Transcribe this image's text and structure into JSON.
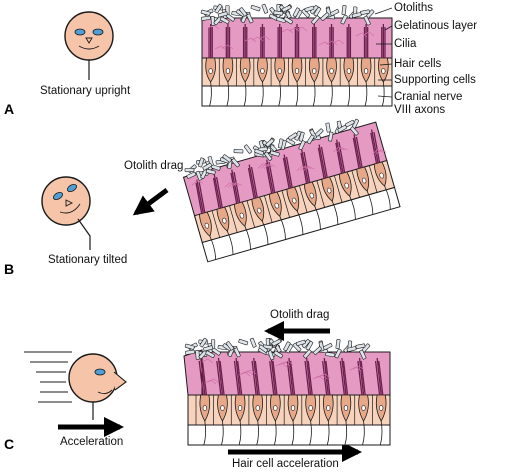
{
  "panels": {
    "a": {
      "letter": "A",
      "caption": "Stationary upright",
      "labels": {
        "otoliths": "Otoliths",
        "gelatinous_layer": "Gelatinous layer",
        "cilia": "Cilia",
        "hair_cells": "Hair cells",
        "supporting_cells": "Supporting cells",
        "nerve_line1": "Cranial nerve",
        "nerve_line2": "VIII axons"
      }
    },
    "b": {
      "letter": "B",
      "caption": "Stationary tilted",
      "arrow_label": "Otolith drag"
    },
    "c": {
      "letter": "C",
      "caption": "Acceleration",
      "top_arrow_label": "Otolith drag",
      "bottom_arrow_label": "Hair cell acceleration"
    }
  },
  "colors": {
    "face": "#f6c4a8",
    "eye": "#4f9fd6",
    "otolith": "#dde4ea",
    "gelatinous": "#e59ac4",
    "gelatinous_dark": "#cf6fa7",
    "hair_cell": "#e6a888",
    "supporting": "#f7d3bd",
    "outline": "#1a1a1a"
  }
}
